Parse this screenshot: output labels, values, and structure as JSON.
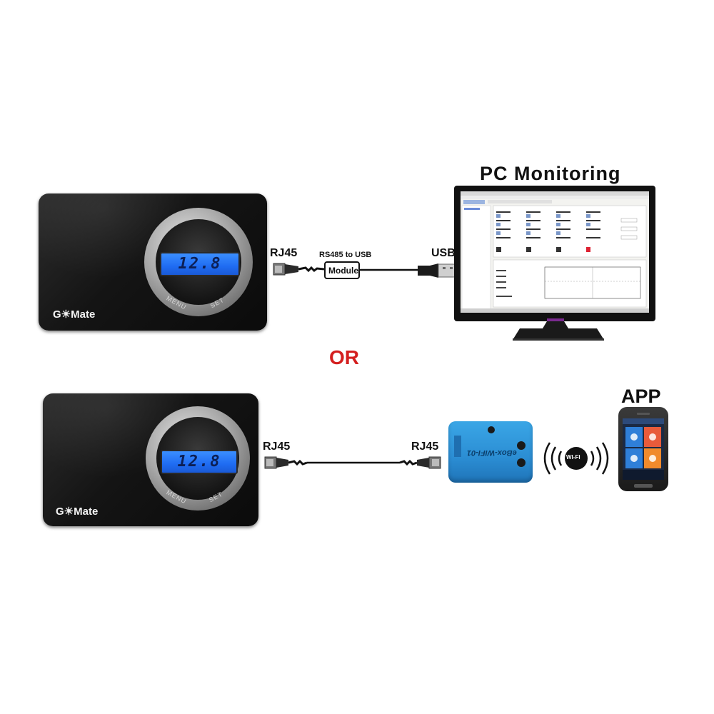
{
  "pc_title": "PC Monitoring",
  "app_title": "APP",
  "or_label": "OR",
  "top_row": {
    "rj45_label": "RJ45",
    "module_caption": "RS485 to USB",
    "module_label": "Module",
    "usb_label": "USB"
  },
  "bottom_row": {
    "rj45_left_label": "RJ45",
    "rj45_right_label": "RJ45",
    "wifi_badge": "WI-FI",
    "wifi_device_text": "eBox-WIFI-01"
  },
  "controller": {
    "brand": "G☀Mate",
    "lcd_value": "12.8",
    "menu_button": "MENU",
    "set_button": "SET"
  },
  "colors": {
    "or": "#d41f1f",
    "lcd": "#2a7bff",
    "wifi_device": "#2b8dd3",
    "phone_tile_1": "#2f7fd8",
    "phone_tile_2": "#e85b3b",
    "phone_tile_3": "#2f7fd8",
    "phone_tile_4": "#f08a2c"
  }
}
